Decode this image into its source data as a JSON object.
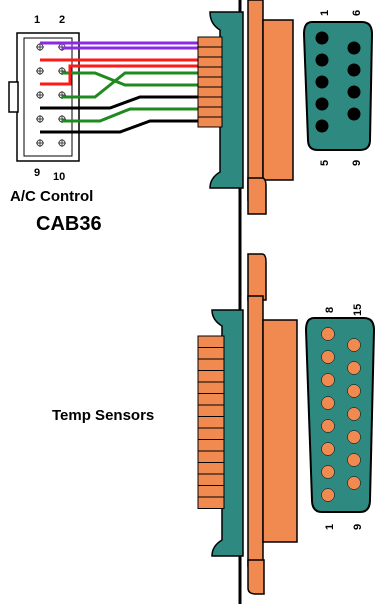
{
  "connector_top": {
    "pin_label_1": "1",
    "pin_label_2": "2",
    "pin_label_9": "9",
    "pin_label_10": "10",
    "name": "A/C Control",
    "code": "CAB36",
    "db9_labels": {
      "p1": "1",
      "p6": "6",
      "p5": "5",
      "p9": "9"
    }
  },
  "connector_bottom": {
    "name": "Temp Sensors",
    "db15_labels": {
      "p8": "8",
      "p15": "15",
      "p1": "1",
      "p9": "9"
    }
  },
  "colors": {
    "orange": "#f08a50",
    "teal": "#2e8a80",
    "purple": "#8a2be2",
    "red": "#ff1a1a",
    "green": "#1f8a1f",
    "black": "#000000"
  },
  "wires": [
    {
      "color": "purple"
    },
    {
      "color": "purple"
    },
    {
      "color": "red"
    },
    {
      "color": "green"
    },
    {
      "color": "red"
    },
    {
      "color": "green"
    },
    {
      "color": "black"
    },
    {
      "color": "green"
    },
    {
      "color": "black"
    }
  ]
}
